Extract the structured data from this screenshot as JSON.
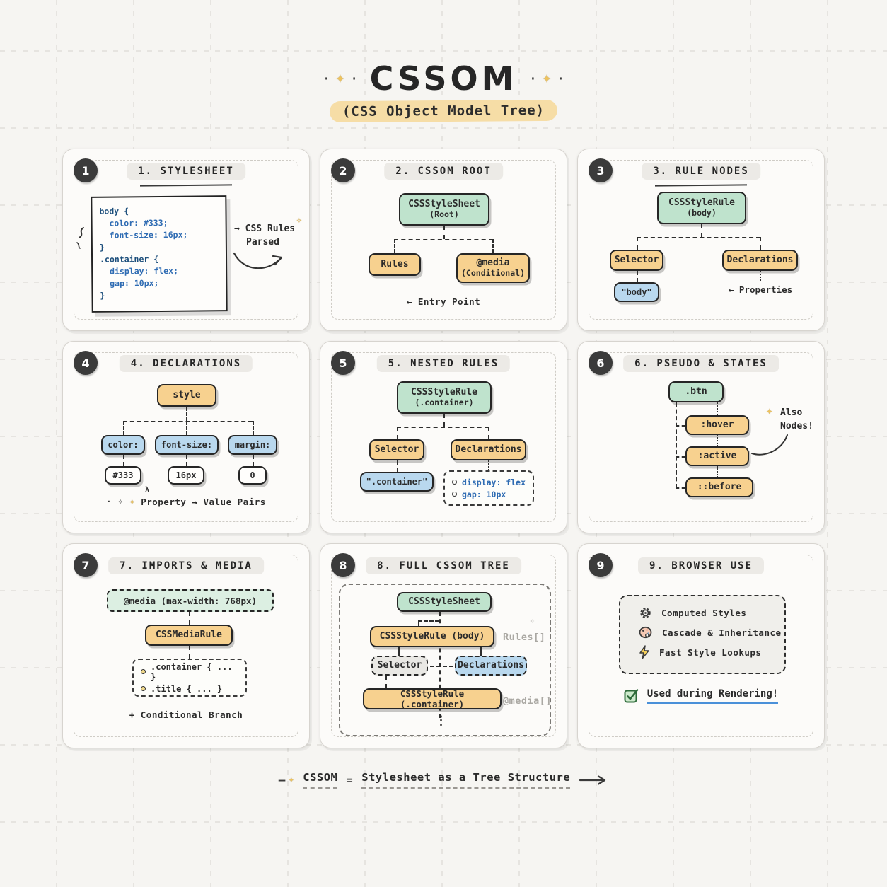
{
  "page": {
    "title": "CSSOM",
    "subtitle": "(CSS Object Model Tree)"
  },
  "icons": {
    "sparkle_filled": "✦",
    "sparkle_outline": "✧",
    "dot": "·",
    "dots_vertical": "⋮",
    "lambda_mark": "λ"
  },
  "colors": {
    "green_node": "#bfe3cd",
    "orange_node": "#f7d18f",
    "blue_node": "#b9d8ee",
    "highlight": "#f6dda6",
    "code_blue": "#2f6cb3",
    "code_navy": "#1d4f7c",
    "underline_blue": "#4a90d9",
    "badge": "#3b3b3b"
  },
  "panels": [
    {
      "number": "1",
      "title": "1. STYLESHEET",
      "code": [
        "body {",
        "  color: #333;",
        "  font-size: 16px;",
        "}",
        "",
        ".container {",
        "  display: flex;",
        "  gap: 10px;",
        "}"
      ],
      "note1": "→ CSS Rules",
      "note2": "Parsed"
    },
    {
      "number": "2",
      "title": "2. CSSOM ROOT",
      "root1": "CSSStyleSheet",
      "root2": "(Root)",
      "child1": "Rules",
      "child2a": "@media",
      "child2b": "(Conditional)",
      "caption": "← Entry Point"
    },
    {
      "number": "3",
      "title": "3. RULE NODES",
      "root1": "CSSStyleRule",
      "root2": "(body)",
      "child1": "Selector",
      "child2": "Declarations",
      "leaf": "\"body\"",
      "caption": "← Properties"
    },
    {
      "number": "4",
      "title": "4. DECLARATIONS",
      "root": "style",
      "props": [
        "color:",
        "font-size:",
        "margin:"
      ],
      "values": [
        "#333",
        "16px",
        "0"
      ],
      "caption": "Property → Value Pairs"
    },
    {
      "number": "5",
      "title": "5. NESTED RULES",
      "root1": "CSSStyleRule",
      "root2": "(.container)",
      "child1": "Selector",
      "child2": "Declarations",
      "leaf": "\".container\"",
      "decls": [
        "display: flex",
        "gap: 10px"
      ]
    },
    {
      "number": "6",
      "title": "6. PSEUDO & STATES",
      "root": ".btn",
      "states": [
        ":hover",
        ":active",
        "::before"
      ],
      "note1": "Also",
      "note2": "Nodes!"
    },
    {
      "number": "7",
      "title": "7. IMPORTS & MEDIA",
      "media": "@media (max-width: 768px)",
      "rule": "CSSMediaRule",
      "items": [
        ".container { ... }",
        ".title { ... }"
      ],
      "caption": "+ Conditional Branch"
    },
    {
      "number": "8",
      "title": "8. FULL CSSOM TREE",
      "root": "CSSStyleSheet",
      "rule1": "CSSStyleRule (body)",
      "selector": "Selector",
      "declarations": "Declarations",
      "rule2": "CSSStyleRule (.container)",
      "label_rules": "Rules[]",
      "label_media": "@media[]"
    },
    {
      "number": "9",
      "title": "9. BROWSER USE",
      "items": [
        {
          "icon": "gear-icon",
          "label": "Computed Styles"
        },
        {
          "icon": "palette-icon",
          "label": "Cascade & Inheritance"
        },
        {
          "icon": "lightning-icon",
          "label": "Fast Style Lookups"
        }
      ],
      "callout": "Used during Rendering!"
    }
  ],
  "footer": {
    "text1": "CSSOM",
    "eq": "=",
    "text2": "Stylesheet as a Tree Structure"
  }
}
